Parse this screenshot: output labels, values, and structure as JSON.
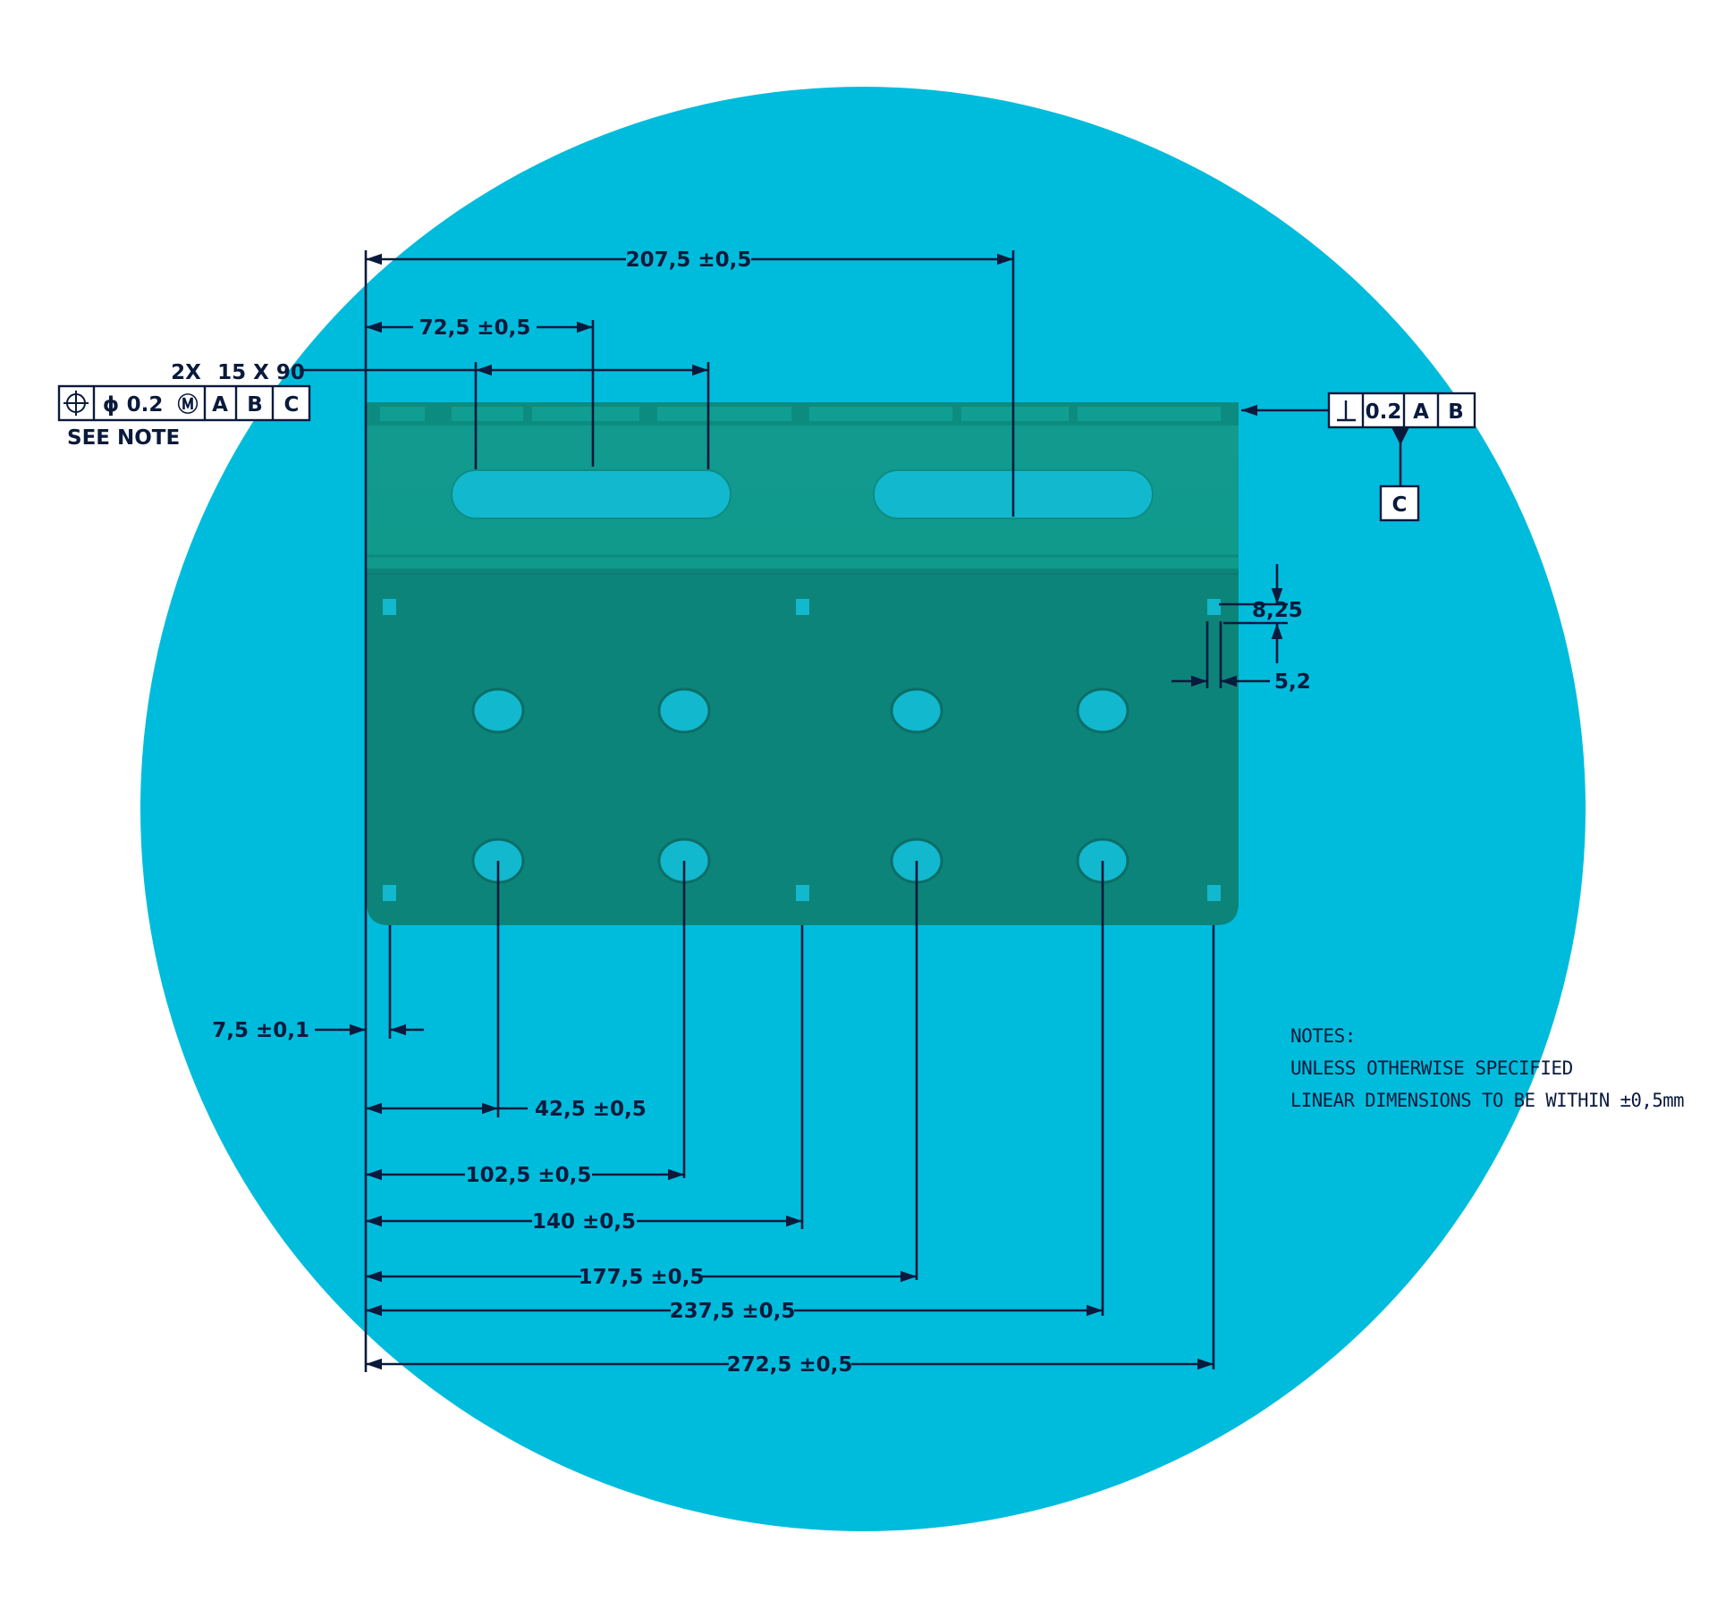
{
  "colors": {
    "circle": "#00BCDC",
    "plate_top": "#0F9E91",
    "plate_bottom": "#0C847A",
    "hole": "#12B8CE",
    "ink": "#0A1A3C"
  },
  "dimensions": {
    "d_207": "207,5 ±0,5",
    "d_72": "72,5 ±0,5",
    "d_7": "7,5 ±0,1",
    "d_42": "42,5 ±0,5",
    "d_102": "102,5 ±0,5",
    "d_140": "140 ±0,5",
    "d_177": "177,5 ±0,5",
    "d_237": "237,5 ±0,5",
    "d_272": "272,5 ±0,5",
    "d_825": "8,25",
    "d_52": "5,2"
  },
  "left_callout": {
    "slot_count": "2X",
    "slot_size": "15 X 90",
    "position_symbol": "⌖",
    "diameter_symbol": "ϕ",
    "tolerance": "0.2",
    "modifier": "Ⓜ",
    "datum_a": "A",
    "datum_b": "B",
    "datum_c": "C",
    "see_note": "SEE NOTE"
  },
  "right_callout": {
    "perp_symbol": "⊥",
    "tolerance": "0.2",
    "datum_a": "A",
    "datum_b": "B",
    "datum_feature": "C"
  },
  "notes": {
    "title": "NOTES:",
    "line1": "UNLESS OTHERWISE SPECIFIED",
    "line2": "LINEAR DIMENSIONS TO BE WITHIN ±0,5mm"
  }
}
